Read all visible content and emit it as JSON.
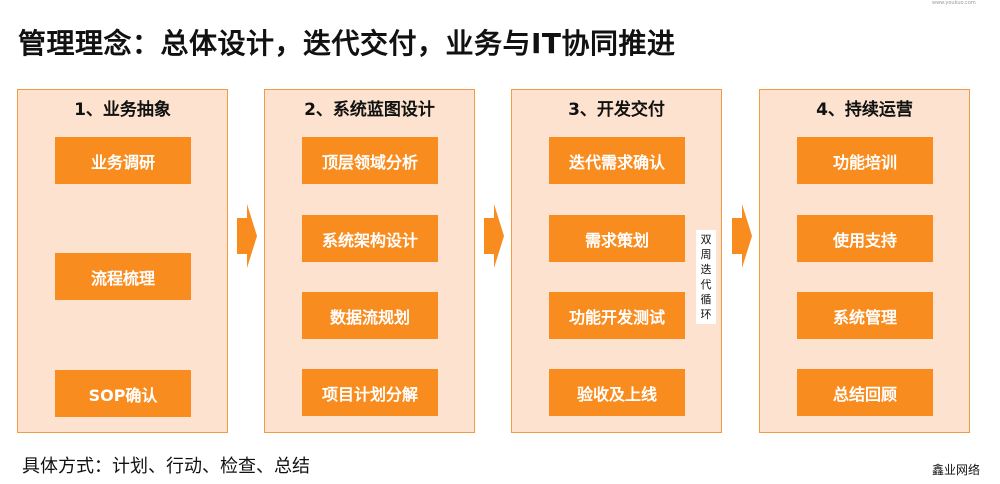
{
  "watermark_top": "www.youkuo.com",
  "title": "管理理念：总体设计，迭代交付，业务与IT协同推进",
  "columns": [
    {
      "title": "1、业务抽象",
      "items": [
        "业务调研",
        "流程梳理",
        "SOP确认"
      ]
    },
    {
      "title": "2、系统蓝图设计",
      "items": [
        "顶层领域分析",
        "系统架构设计",
        "数据流规划",
        "项目计划分解"
      ]
    },
    {
      "title": "3、开发交付",
      "items": [
        "迭代需求确认",
        "需求策划",
        "功能开发测试",
        "验收及上线"
      ],
      "loop_label": "双周迭代循环"
    },
    {
      "title": "4、持续运营",
      "items": [
        "功能培训",
        "使用支持",
        "系统管理",
        "总结回顾"
      ]
    }
  ],
  "footer_text": "具体方式：计划、行动、检查、总结",
  "watermark_bottom": "鑫业网络",
  "colors": {
    "box": "#f98c1f",
    "panel_bg": "#fde3cf",
    "panel_border": "#f39a48",
    "arrow": "#f98c1f",
    "connector": "#a0a0a0"
  }
}
